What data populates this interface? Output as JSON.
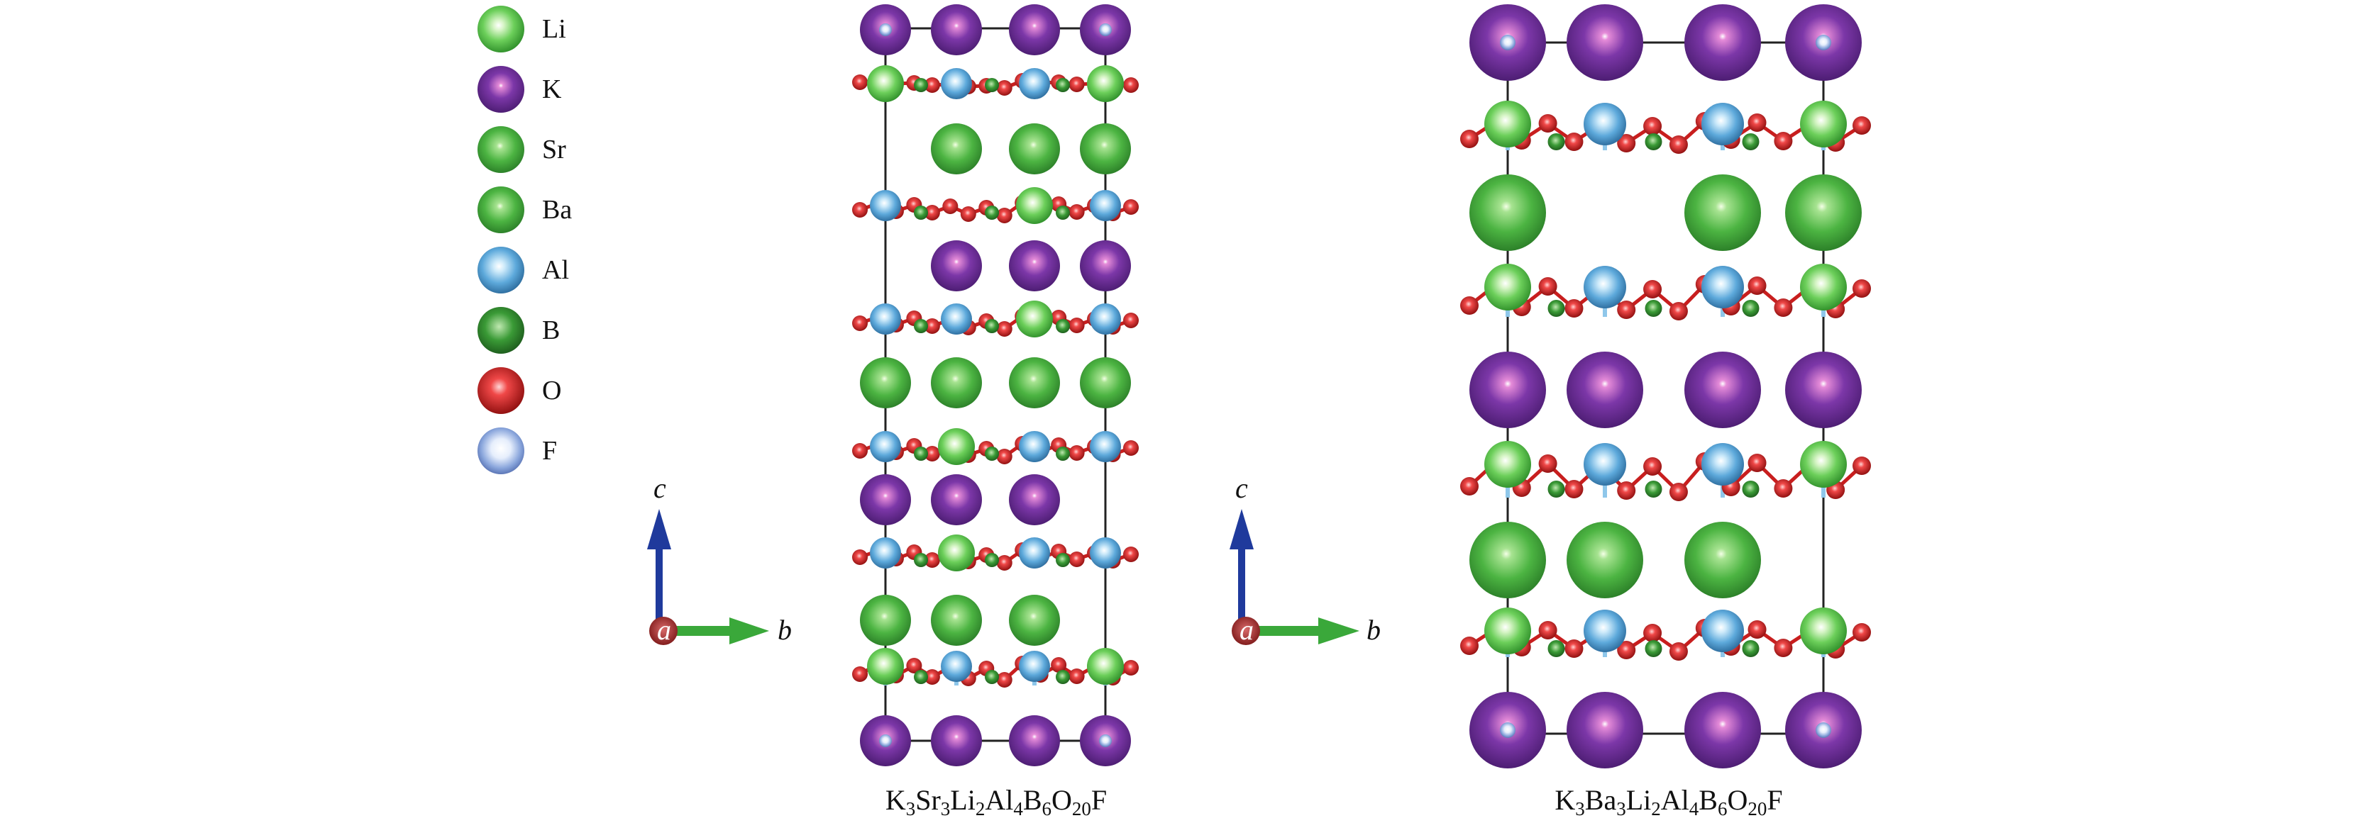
{
  "legend": {
    "items": [
      {
        "symbol": "Li",
        "color": "#4cc24c"
      },
      {
        "symbol": "K",
        "color": "#7a2fa8"
      },
      {
        "symbol": "Sr",
        "color": "#3caa3c"
      },
      {
        "symbol": "Ba",
        "color": "#3caa3c"
      },
      {
        "symbol": "Al",
        "color": "#5aa7dc"
      },
      {
        "symbol": "B",
        "color": "#2f8a2f"
      },
      {
        "symbol": "O",
        "color": "#d11f1f"
      },
      {
        "symbol": "F",
        "color": "#7fa0d8"
      }
    ]
  },
  "axes": {
    "c_label": "c",
    "b_label": "b",
    "a_label": "a",
    "c_color": "#1f3a9c",
    "b_color": "#3aa83a",
    "a_color": "#8c1d1d"
  },
  "structures": [
    {
      "name_parts": [
        {
          "t": "K",
          "s": ""
        },
        {
          "t": "3",
          "s": "sub"
        },
        {
          "t": "Sr",
          "s": ""
        },
        {
          "t": "3",
          "s": "sub"
        },
        {
          "t": "Li",
          "s": ""
        },
        {
          "t": "2",
          "s": "sub"
        },
        {
          "t": "Al",
          "s": ""
        },
        {
          "t": "4",
          "s": "sub"
        },
        {
          "t": "B",
          "s": ""
        },
        {
          "t": "6",
          "s": "sub"
        },
        {
          "t": "O",
          "s": ""
        },
        {
          "t": "20",
          "s": "sub"
        },
        {
          "t": "F",
          "s": ""
        }
      ]
    },
    {
      "name_parts": [
        {
          "t": "K",
          "s": ""
        },
        {
          "t": "3",
          "s": "sub"
        },
        {
          "t": "Ba",
          "s": ""
        },
        {
          "t": "3",
          "s": "sub"
        },
        {
          "t": "Li",
          "s": ""
        },
        {
          "t": "2",
          "s": "sub"
        },
        {
          "t": "Al",
          "s": ""
        },
        {
          "t": "4",
          "s": "sub"
        },
        {
          "t": "B",
          "s": ""
        },
        {
          "t": "6",
          "s": "sub"
        },
        {
          "t": "O",
          "s": ""
        },
        {
          "t": "20",
          "s": "sub"
        },
        {
          "t": "F",
          "s": ""
        }
      ]
    }
  ]
}
